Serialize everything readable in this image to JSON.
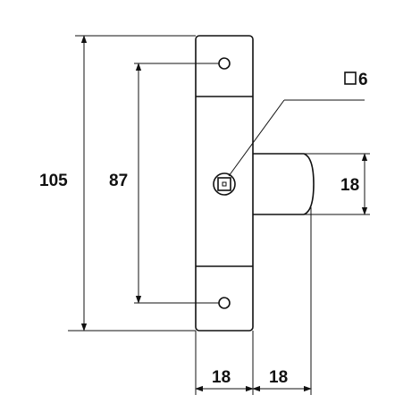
{
  "dimensions": {
    "overall_height": "105",
    "hole_spacing": "87",
    "square_drive": "6",
    "spindle_height": "18",
    "body_width": "18",
    "spindle_projection": "18"
  },
  "symbols": {
    "square_drive_symbol": "square"
  },
  "colors": {
    "ink": "#111111",
    "paper": "#ffffff"
  }
}
